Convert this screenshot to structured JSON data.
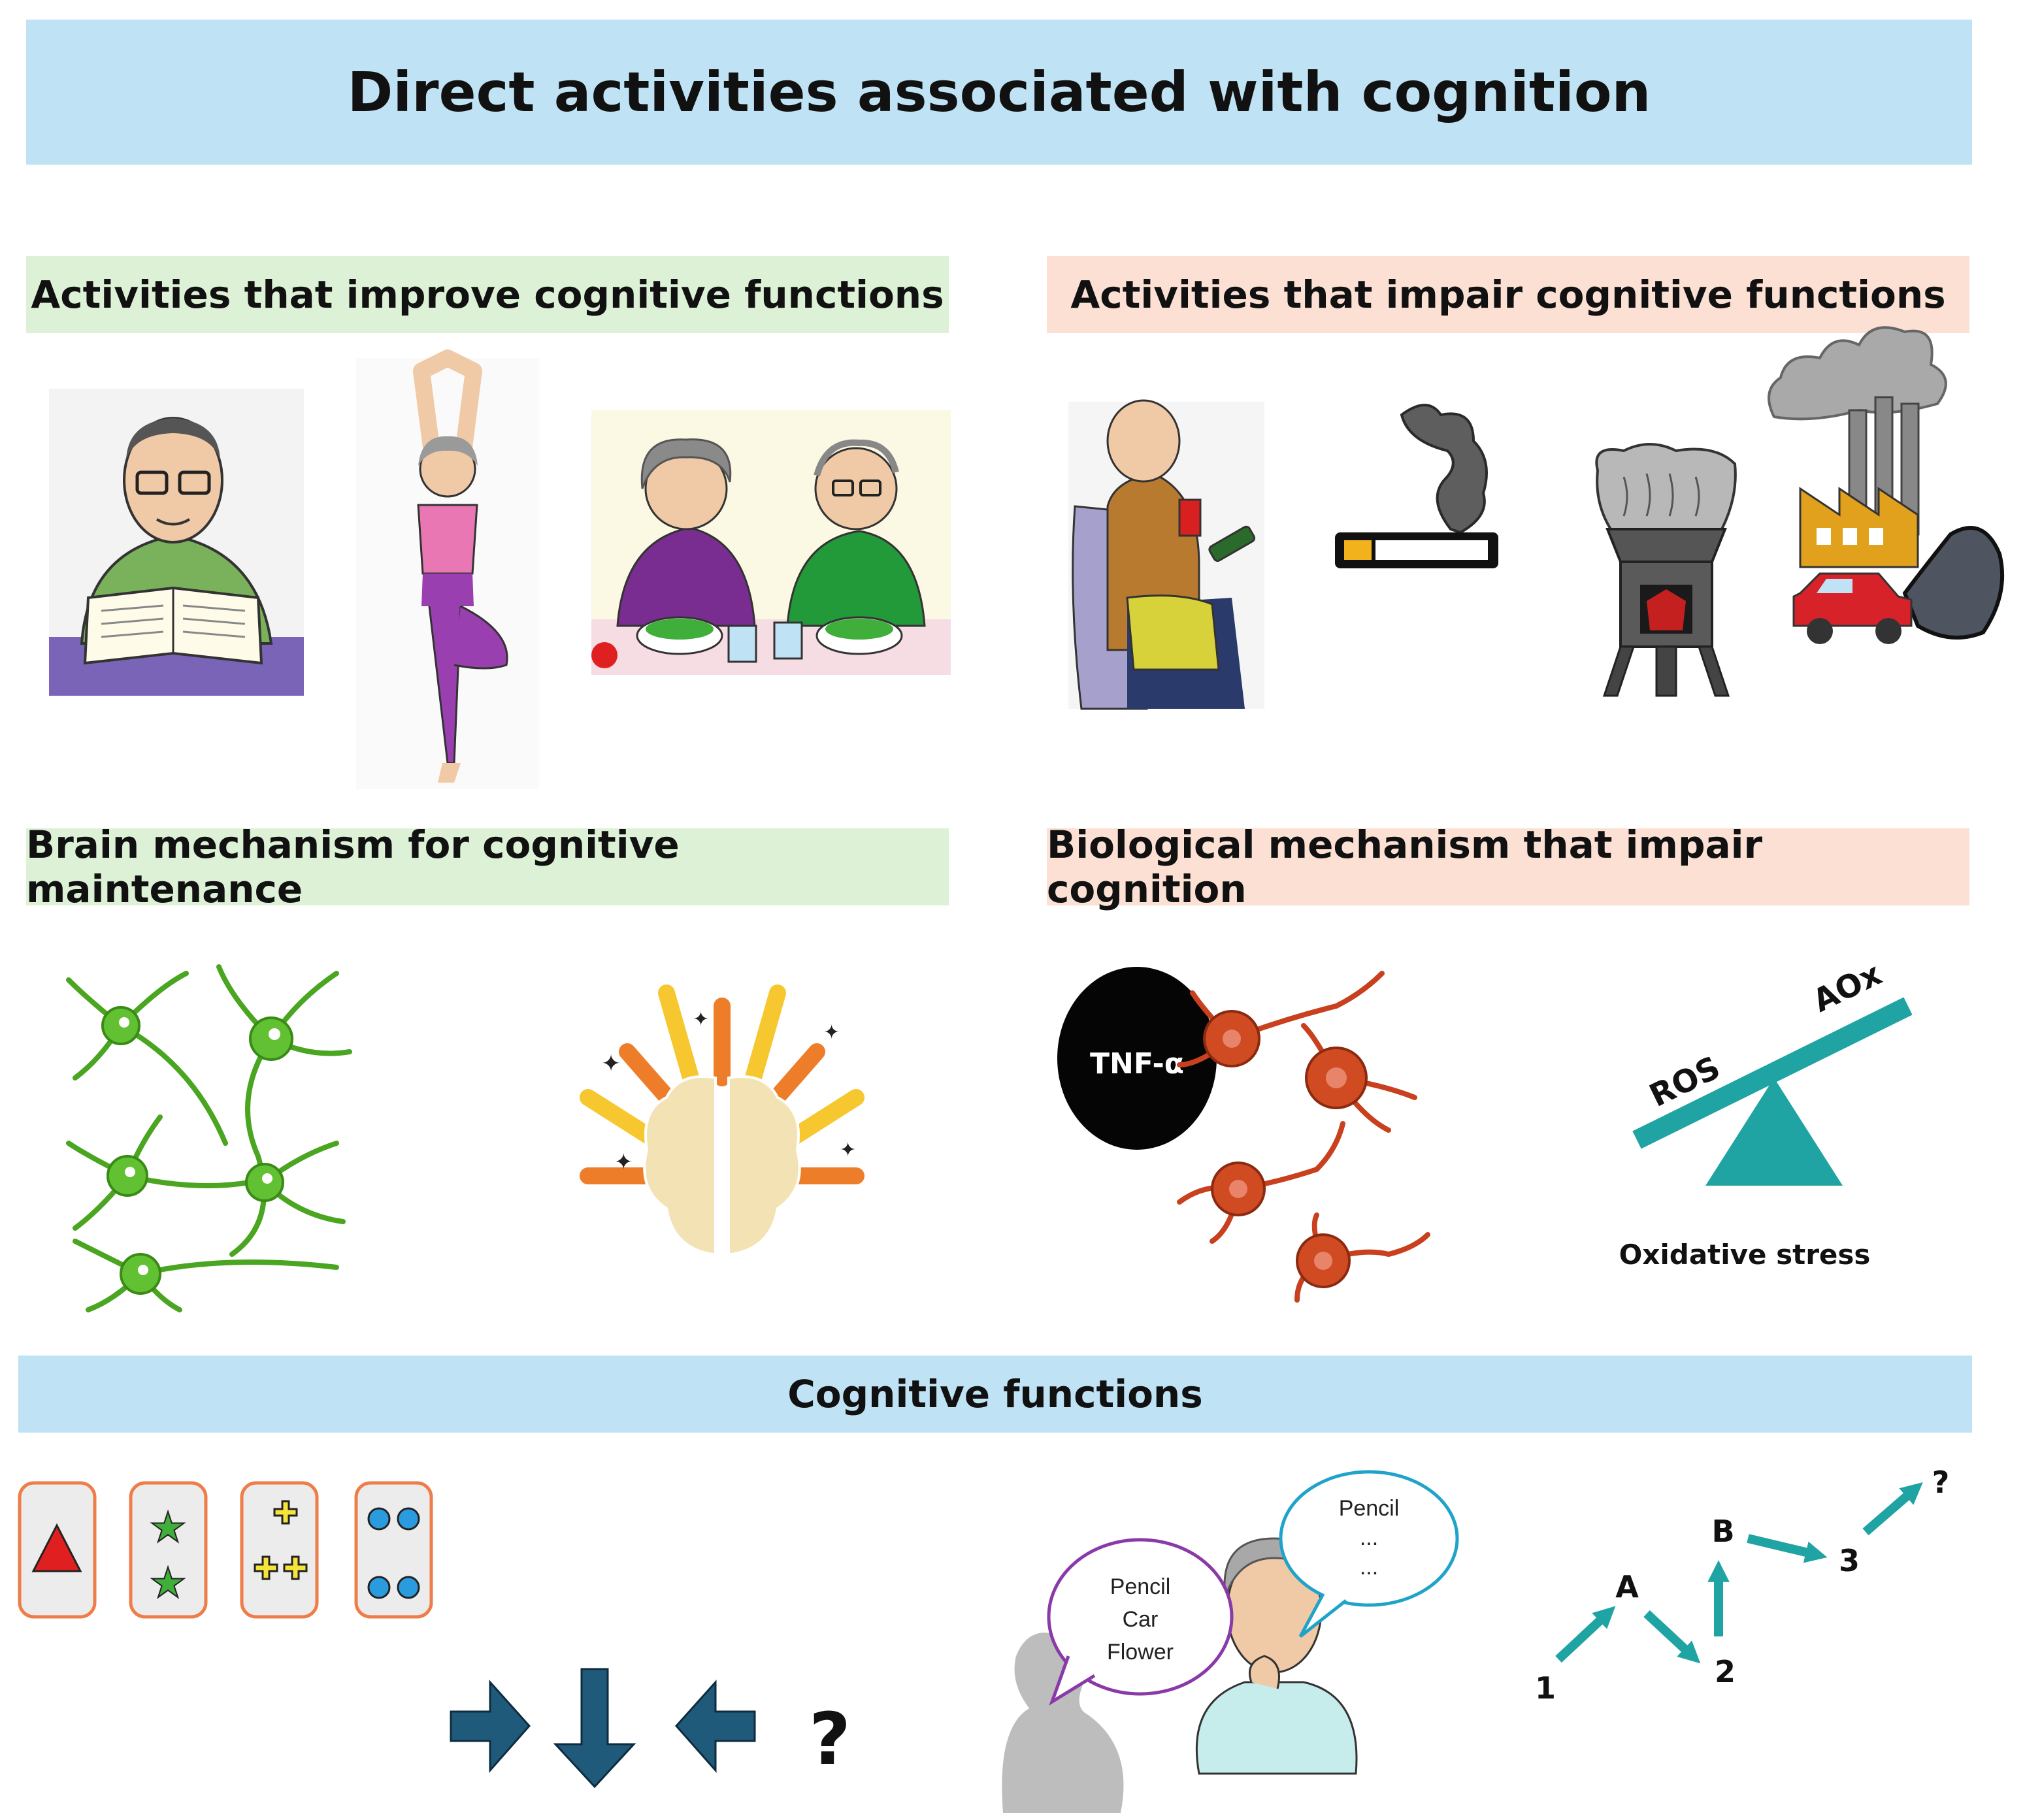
{
  "title": "Direct activities associated with cognition",
  "sections": {
    "improve": "Activities that improve cognitive functions",
    "impair": "Activities that impair cognitive functions",
    "brain": "Brain mechanism for cognitive maintenance",
    "bio": "Biological mechanism that impair cognition",
    "cognitive": "Cognitive functions"
  },
  "labels": {
    "tnf": "TNF-α",
    "ros": "ROS",
    "aox": "AOx",
    "oxidative": "Oxidative stress"
  },
  "speech": {
    "left": [
      "Pencil",
      "Car",
      "Flower"
    ],
    "right": [
      "Pencil",
      "...",
      "..."
    ]
  },
  "trail": {
    "nodes": [
      "1",
      "A",
      "2",
      "B",
      "3",
      "?"
    ]
  },
  "arrows_question": "?",
  "colors": {
    "title_band": "#bfe2f5",
    "green_band": "#dcf1d6",
    "peach_band": "#fbe0d3",
    "neuron_green": "#5cbf2a",
    "microglia_red": "#c8401e",
    "teal": "#20a3a3",
    "arrow_dark": "#1f5a7a"
  },
  "icons": [
    "reading-person-icon",
    "yoga-person-icon",
    "couple-eating-icon",
    "tv-drinking-person-icon",
    "cigarette-icon",
    "stove-icon",
    "factory-pollution-icon",
    "neuron-network-icon",
    "brain-glow-icon",
    "microglia-icon",
    "seesaw-icon",
    "cards-icon",
    "direction-arrows-icon",
    "woman-thinking-icon",
    "trail-making-icon"
  ]
}
